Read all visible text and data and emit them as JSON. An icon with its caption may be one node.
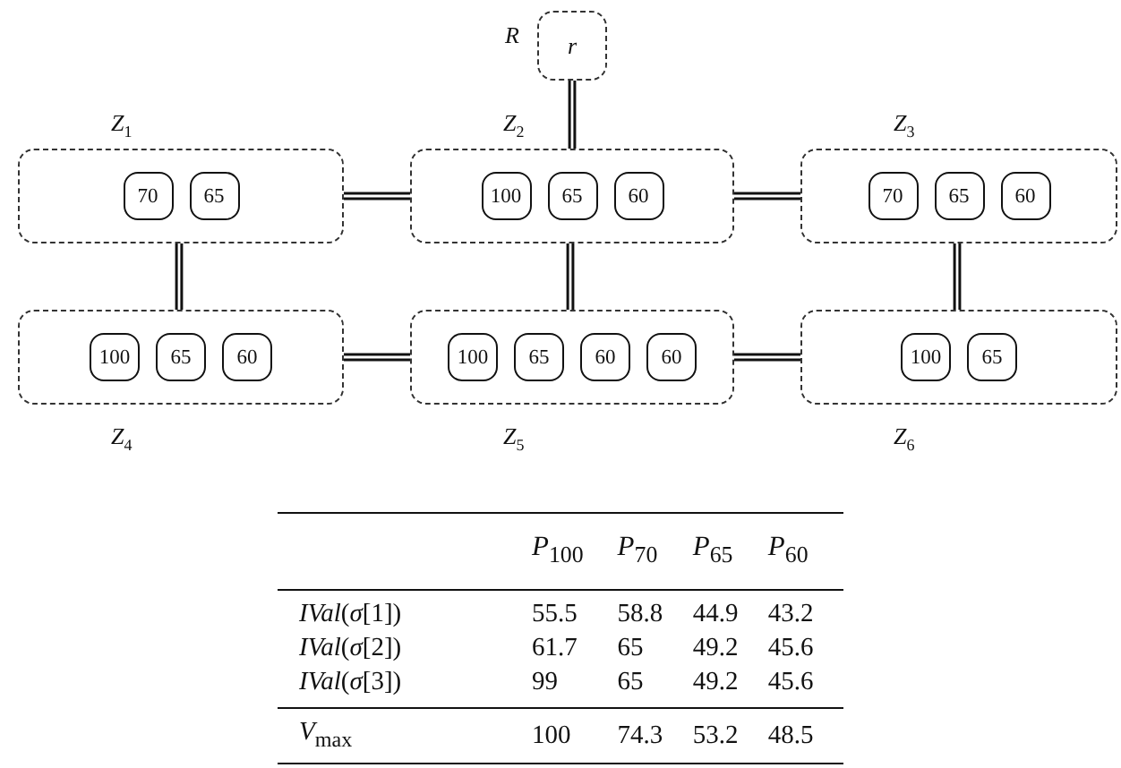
{
  "diagram": {
    "nodes": [
      {
        "text": [
          "r"
        ],
        "beside": [
          "R"
        ]
      },
      {
        "text": [],
        "shape": "box",
        "beside": [
          "Z$_{1}$"
        ]
      },
      {
        "text": [
          "70"
        ],
        "in": 1
      },
      {
        "text": [
          "65"
        ],
        "in": 1
      },
      {
        "text": [],
        "shape": "box",
        "beside": [
          "Z$_{2}$"
        ]
      },
      {
        "text": [
          "100"
        ],
        "in": 4
      },
      {
        "text": [
          "65"
        ],
        "in": 4
      },
      {
        "text": [
          "60"
        ],
        "in": 4
      },
      {
        "text": [],
        "shape": "box",
        "beside": [
          "Z$_{3}$"
        ]
      },
      {
        "text": [
          "70"
        ],
        "in": 8
      },
      {
        "text": [
          "65"
        ],
        "in": 8
      },
      {
        "text": [
          "60"
        ],
        "in": 8
      },
      {
        "text": [],
        "shape": "box",
        "beside": [
          "Z$_{4}$"
        ]
      },
      {
        "text": [
          "100"
        ],
        "in": 12
      },
      {
        "text": [
          "65"
        ],
        "in": 12
      },
      {
        "text": [
          "60"
        ],
        "in": 12
      },
      {
        "text": [],
        "shape": "box",
        "beside": [
          "Z$_{5}$"
        ]
      },
      {
        "text": [
          "100"
        ],
        "in": 16
      },
      {
        "text": [
          "65"
        ],
        "in": 16
      },
      {
        "text": [
          "60"
        ],
        "in": 16
      },
      {
        "text": [
          "60"
        ],
        "in": 16
      },
      {
        "text": [],
        "shape": "box",
        "beside": [
          "Z$_{6}$"
        ]
      },
      {
        "text": [
          "100"
        ],
        "in": 21
      },
      {
        "text": [
          "65"
        ],
        "in": 21
      }
    ],
    "edges": [
      {
        "from": 0,
        "to": 4,
        "arrow": "none"
      },
      {
        "from": 1,
        "to": 4,
        "arrow": "none"
      },
      {
        "from": 4,
        "to": 8,
        "arrow": "none"
      },
      {
        "from": 1,
        "to": 12,
        "arrow": "none"
      },
      {
        "from": 4,
        "to": 16,
        "arrow": "none"
      },
      {
        "from": 8,
        "to": 21,
        "arrow": "none"
      },
      {
        "from": 12,
        "to": 16,
        "arrow": "none"
      },
      {
        "from": 16,
        "to": 21,
        "arrow": "none"
      }
    ],
    "labels": [
      "*P*$_{100}$",
      "*P*$_{70}$",
      "*P*$_{65}$",
      "*P*$_{60}$",
      "*IVal*(*σ*[1])",
      "55.5",
      "58.8",
      "44.9",
      "43.2",
      "*IVal*(*σ*[2])",
      "61.7",
      "65",
      "49.2",
      "45.6",
      "*IVal*(*σ*[3])",
      "99",
      "65",
      "49.2",
      "45.6",
      "*V*$_{max}$",
      "100",
      "74.3",
      "53.2",
      "48.5"
    ]
  }
}
